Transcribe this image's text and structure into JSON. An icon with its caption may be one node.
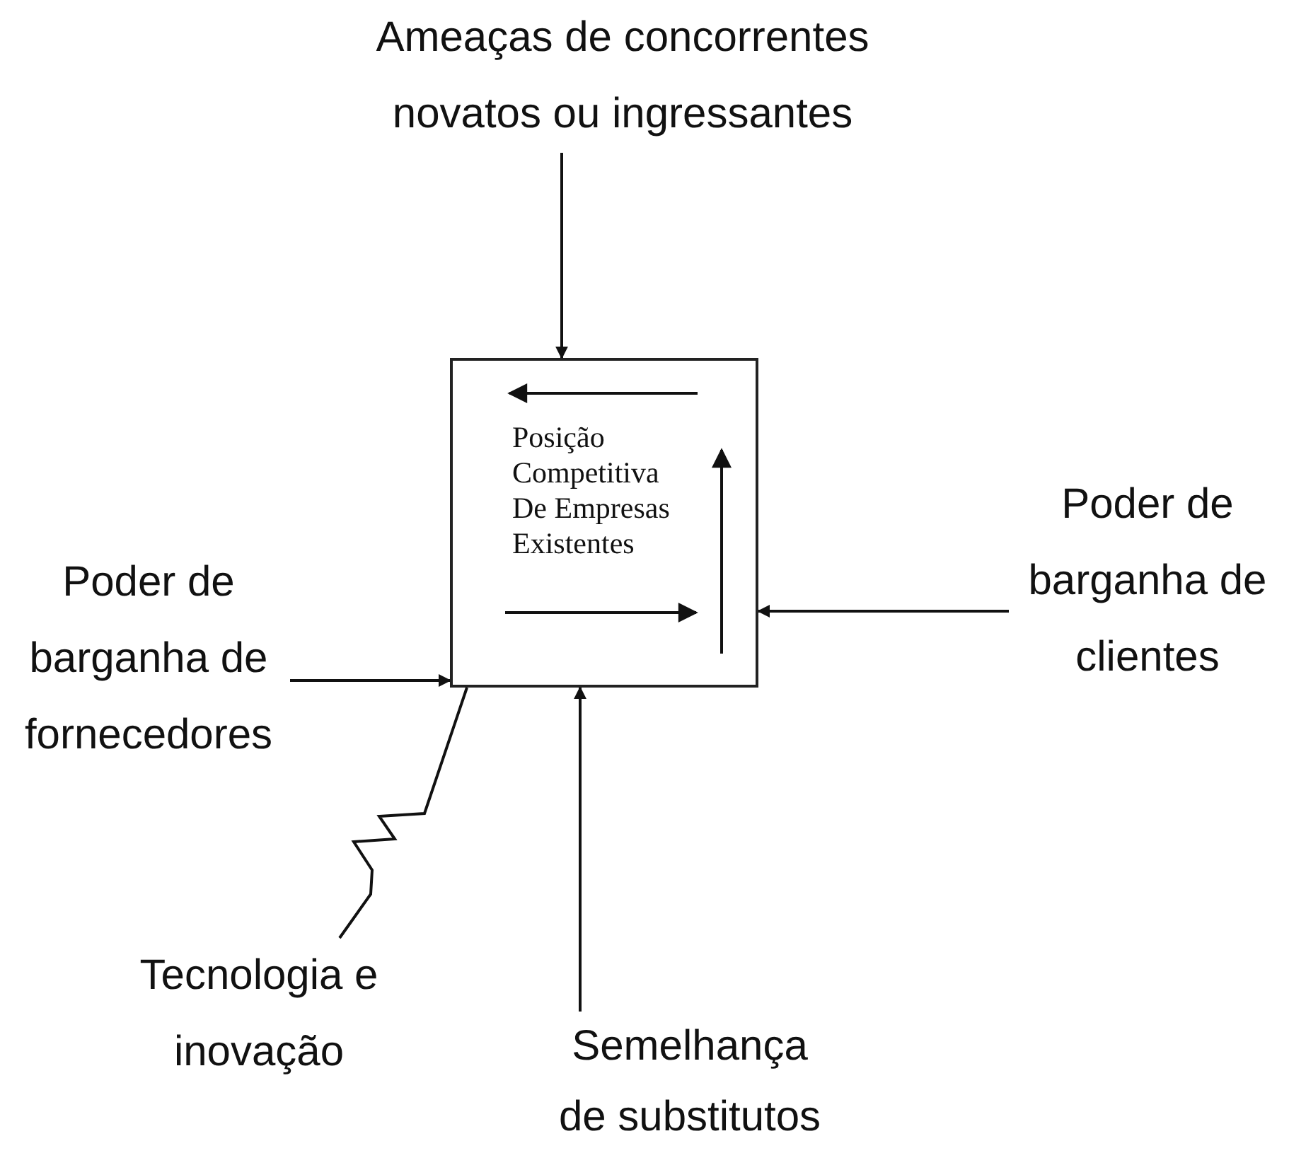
{
  "diagram": {
    "nodes": [
      {
        "text": [
          "Posição Competitiva De Empresas Existentes"
        ]
      },
      {
        "text": [
          "Ameaças de concorrentes novatos ou ingressantes"
        ]
      },
      {
        "text": [
          "Poder de barganha de fornecedores"
        ]
      },
      {
        "text": [
          "Poder de barganha de clientes"
        ]
      },
      {
        "text": [
          "Tecnologia e inovação"
        ]
      },
      {
        "text": [
          "Semelhança de substitutos"
        ]
      }
    ],
    "edges": [
      {
        "from": 1,
        "to": 0,
        "arrow": "to"
      },
      {
        "from": 2,
        "to": 0,
        "arrow": "to"
      },
      {
        "from": 3,
        "to": 0,
        "arrow": "to"
      },
      {
        "from": 4,
        "to": 0,
        "arrow": "none"
      },
      {
        "from": 5,
        "to": 0,
        "arrow": "to"
      }
    ]
  }
}
